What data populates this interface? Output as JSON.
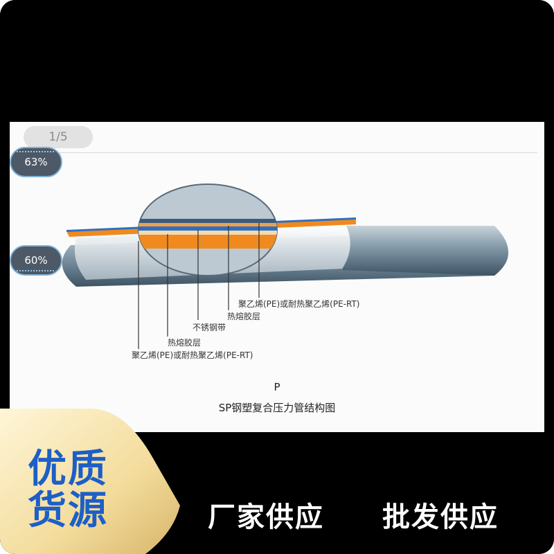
{
  "counter": "1/5",
  "badges": [
    "63%",
    "60%"
  ],
  "diagram": {
    "labels": [
      "聚乙烯(PE)或耐热聚乙烯(PE-RT)",
      "热熔胶层",
      "不锈钢带",
      "热熔胶层",
      "聚乙烯(PE)或耐热聚乙烯(PE-RT)"
    ],
    "marker": "P",
    "caption": "SP钢塑复合压力管结构图"
  },
  "promo": {
    "line1": "优质",
    "line2": "货源"
  },
  "slogans": [
    "厂家供应",
    "批发供应"
  ],
  "colors": {
    "accent": "#1d5fc7",
    "orange": "#f08a1e",
    "blue": "#2f6fc0",
    "pipe": "#6c8596"
  }
}
